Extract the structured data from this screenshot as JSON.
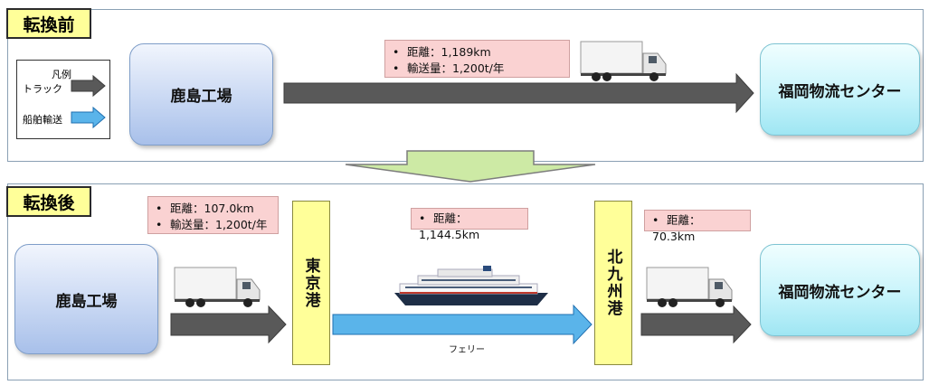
{
  "before": {
    "tag": "転換前",
    "legend": {
      "title": "凡例",
      "truck_label": "トラック",
      "ship_label": "船舶輸送"
    },
    "origin": "鹿島工場",
    "destination": "福岡物流センター",
    "info": [
      "距離：1,189km",
      "輸送量：1,200t/年"
    ]
  },
  "after": {
    "tag": "転換後",
    "origin": "鹿島工場",
    "destination": "福岡物流センター",
    "port_from": "東京港",
    "port_to": "北九州港",
    "info_leg1": [
      "距離：107.0km",
      "輸送量：1,200t/年"
    ],
    "info_leg2": [
      "距離：1,144.5km"
    ],
    "info_leg3": [
      "距離：70.3km"
    ],
    "ferry_label": "フェリー"
  },
  "colors": {
    "truck_arrow": "#595959",
    "ship_arrow": "#5ab4ea",
    "tag_bg": "#ffff99",
    "info_bg": "#fad2d2"
  }
}
